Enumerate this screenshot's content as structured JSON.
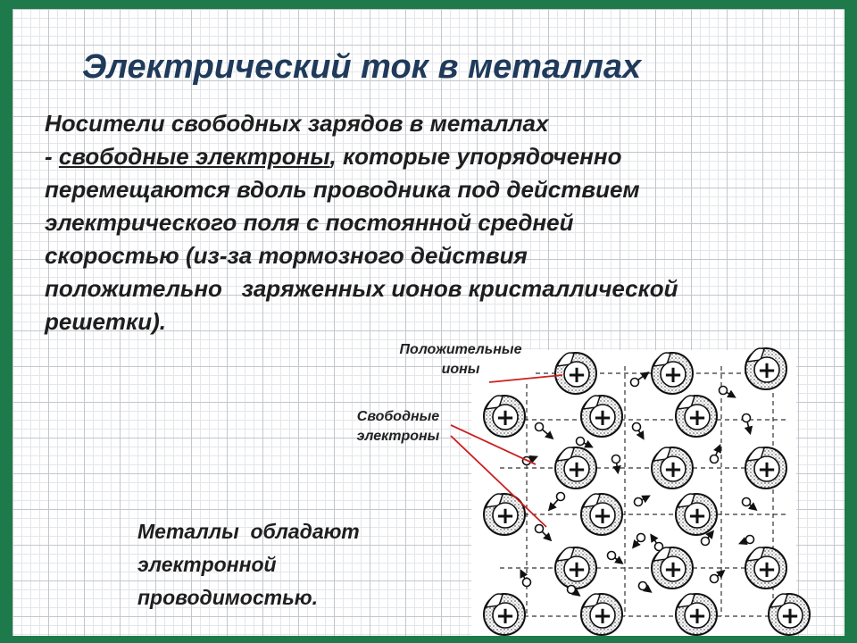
{
  "slide": {
    "title": "Электрический ток в металлах",
    "body": {
      "line1": "Носители свободных зарядов в металлах",
      "line2_prefix": "- ",
      "line2_underlined": "свободные электроны",
      "line2_rest": ", которые упорядоченно",
      "line3": "перемещаются вдоль проводника под действием",
      "line4": "электрического поля с постоянной средней",
      "line5": "скоростью (из-за тормозного действия",
      "line6": "положительно   заряженных ионов кристаллической",
      "line7": "решетки)."
    },
    "conclusion": {
      "line1": "Металлы  обладают",
      "line2": "электронной",
      "line3": "проводимостью."
    }
  },
  "figure": {
    "label_ions": {
      "line1": "Положительные",
      "line2": "ионы"
    },
    "label_electrons": {
      "line1": "Свободные",
      "line2": "электроны"
    },
    "ion_symbol": "+",
    "ion_count": 19,
    "electron_count": 22
  },
  "colors": {
    "frame": "#1e7a4a",
    "title": "#1f3a5a",
    "text": "#1e1e1e",
    "pointer_line": "#cc1f1f"
  }
}
